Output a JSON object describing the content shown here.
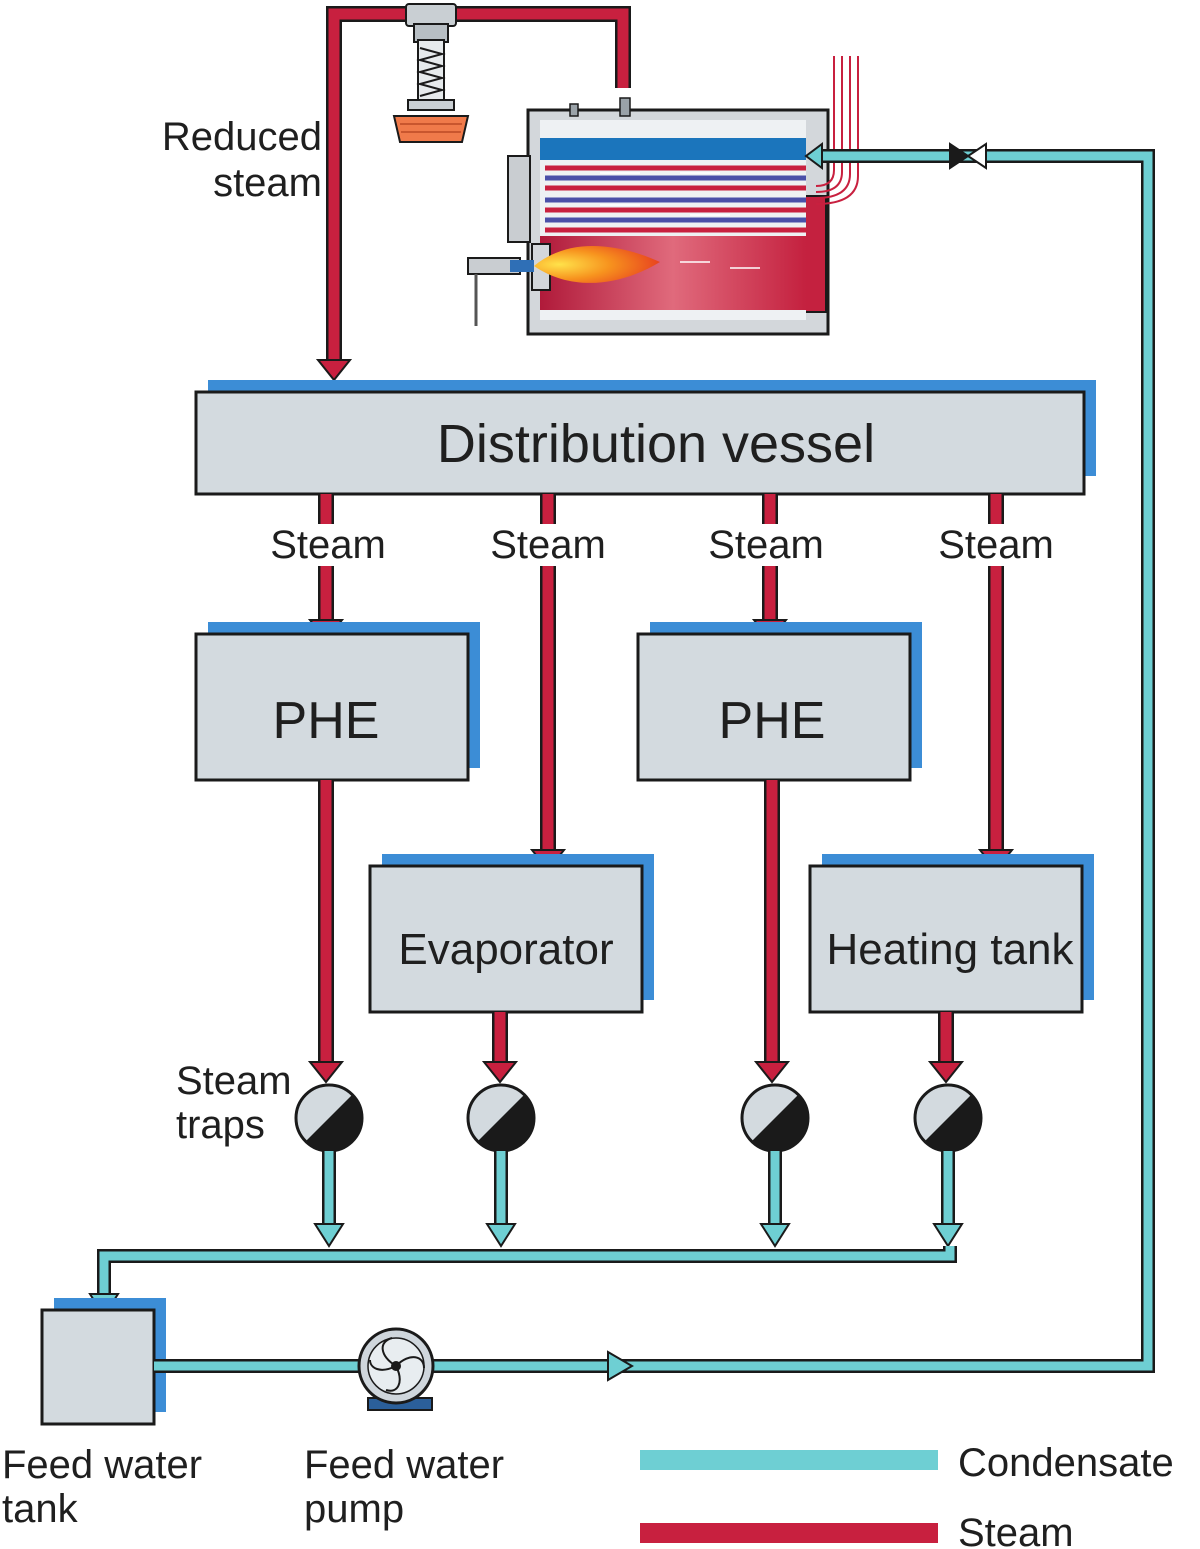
{
  "labels": {
    "reduced_steam": [
      "Reduced",
      "steam"
    ],
    "distribution_vessel": "Distribution vessel",
    "steam_branches": [
      "Steam",
      "Steam",
      "Steam",
      "Steam"
    ],
    "phe_1": "PHE",
    "phe_2": "PHE",
    "evaporator": "Evaporator",
    "heating_tank": "Heating tank",
    "steam_traps": [
      "Steam",
      "traps"
    ],
    "feed_water_tank": [
      "Feed water",
      "tank"
    ],
    "feed_water_pump": [
      "Feed water",
      "pump"
    ]
  },
  "legend": [
    {
      "label": "Condensate",
      "color": "#6ecfd3"
    },
    {
      "label": "Steam",
      "color": "#c8203f"
    }
  ],
  "colors": {
    "steam": "#c8203f",
    "condensate": "#6ecfd3",
    "box_fill": "#d3dadf",
    "box_shadow": "#3c8dd6",
    "outline": "#1a1a1a"
  }
}
